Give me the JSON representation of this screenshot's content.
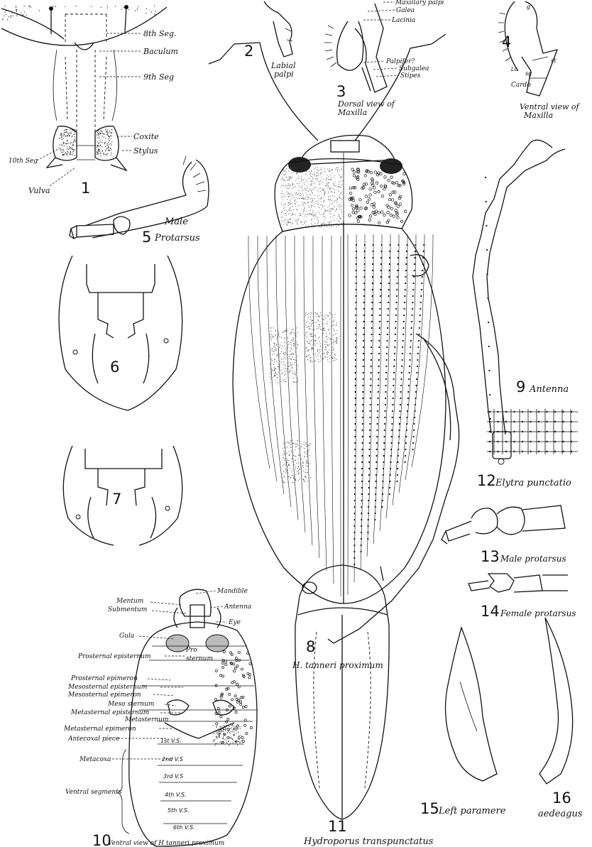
{
  "figures": {
    "f1": {
      "number": "1",
      "labels": {
        "seg8": "8th Seg.",
        "baculum": "Baculum",
        "seg9": "9th Seg",
        "coxite": "Coxite",
        "seg10": "10th Seg",
        "stylus": "Stylus",
        "vulva": "Vulva"
      }
    },
    "f2": {
      "number": "2",
      "caption_line1": "Labial",
      "caption_line2": "palpi"
    },
    "f3": {
      "number": "3",
      "caption_line1": "Dorsal view of",
      "caption_line2": "Maxilla",
      "labels": {
        "maxillary_palpi": "Maxillary palpi",
        "galea": "Galea",
        "lacinia": "Lacinia",
        "palpifer": "Palpifer?",
        "subgalea": "Subgalea",
        "stipes": "Stipes"
      }
    },
    "f4": {
      "number": "4",
      "caption_line1": "Ventral view of",
      "caption_line2": "Maxilla",
      "labels": {
        "g": "g",
        "st": "st",
        "lc": "Lc",
        "sg": "sg",
        "cardo": "Cardo"
      }
    },
    "f5": {
      "number": "5",
      "caption_line1": "Male",
      "caption_line2": "Protarsus"
    },
    "f6": {
      "number": "6"
    },
    "f7": {
      "number": "7"
    },
    "f8": {
      "number": "8",
      "caption": "H. tanneri proximum"
    },
    "f9": {
      "number": "9",
      "caption": "Antenna"
    },
    "f10": {
      "number": "10",
      "caption": "Ventral view of H tanneri proximum",
      "labels": {
        "mandible": "Mandible",
        "antenna": "Antenna",
        "mentum": "Mentum",
        "submentum": "Submentum",
        "eye": "Eye",
        "gula": "Gula",
        "prosternal_episternum": "Prosternal episternum",
        "prosternum_a": "Pro",
        "prosternum_b": "sternum",
        "prosternal_epimeron": "Prosternal epimeron",
        "mesosternal_episternum": "Mesosternal episternum",
        "mesosternal_epimeron": "Mesosternal epimeron",
        "mesosternum": "Meso sternum",
        "metasternal_episternum": "Metasternal episternum",
        "metasternum": "Metasternum",
        "metasternal_epimeron": "Metasternal epimeron",
        "antecoxal_piece": "Antecoxal piece",
        "metacoxa": "Metacoxa",
        "ventral_segments": "Ventral segments",
        "vs1": "1st V.S.",
        "vs2": "2nd V.S",
        "vs3": "3rd V.S",
        "vs4": "4th V.S.",
        "vs5": "5th V.S.",
        "vs6": "6th V.S."
      }
    },
    "f11": {
      "number": "11",
      "caption": "Hydroporus transpunctatus"
    },
    "f12": {
      "number": "12",
      "caption": "Elytra punctatio"
    },
    "f13": {
      "number": "13",
      "caption": "Male protarsus"
    },
    "f14": {
      "number": "14",
      "caption": "Female protarsus"
    },
    "f15": {
      "number": "15",
      "caption": "Left paramere"
    },
    "f16": {
      "number": "16",
      "caption": "aedeagus"
    }
  }
}
